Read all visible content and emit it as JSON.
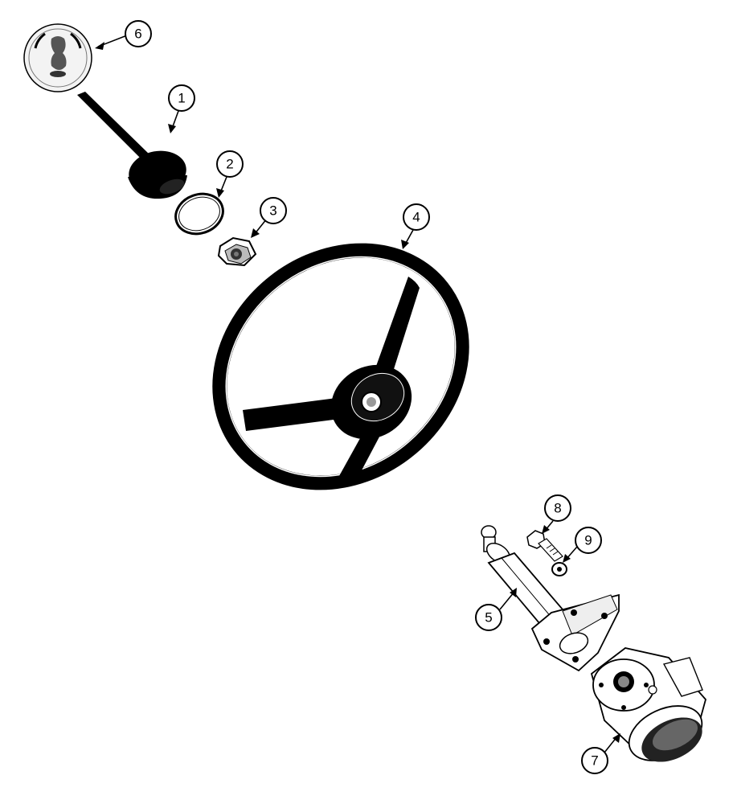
{
  "callouts": [
    {
      "id": "1",
      "label": "1"
    },
    {
      "id": "2",
      "label": "2"
    },
    {
      "id": "3",
      "label": "3"
    },
    {
      "id": "4",
      "label": "4"
    },
    {
      "id": "5",
      "label": "5"
    },
    {
      "id": "6",
      "label": "6"
    },
    {
      "id": "7",
      "label": "7"
    },
    {
      "id": "8",
      "label": "8"
    },
    {
      "id": "9",
      "label": "9"
    }
  ],
  "parts": {
    "emblem": {
      "icon": "eagle-emblem-icon"
    },
    "cap": {
      "icon": "horn-cap-icon"
    },
    "ring": {
      "icon": "o-ring-icon"
    },
    "nut": {
      "icon": "hex-nut-icon"
    },
    "wheel": {
      "icon": "steering-wheel-icon"
    },
    "column": {
      "icon": "steering-column-icon"
    },
    "motor": {
      "icon": "steering-motor-icon"
    },
    "bolt": {
      "icon": "bolt-icon"
    },
    "washer": {
      "icon": "washer-icon"
    }
  }
}
